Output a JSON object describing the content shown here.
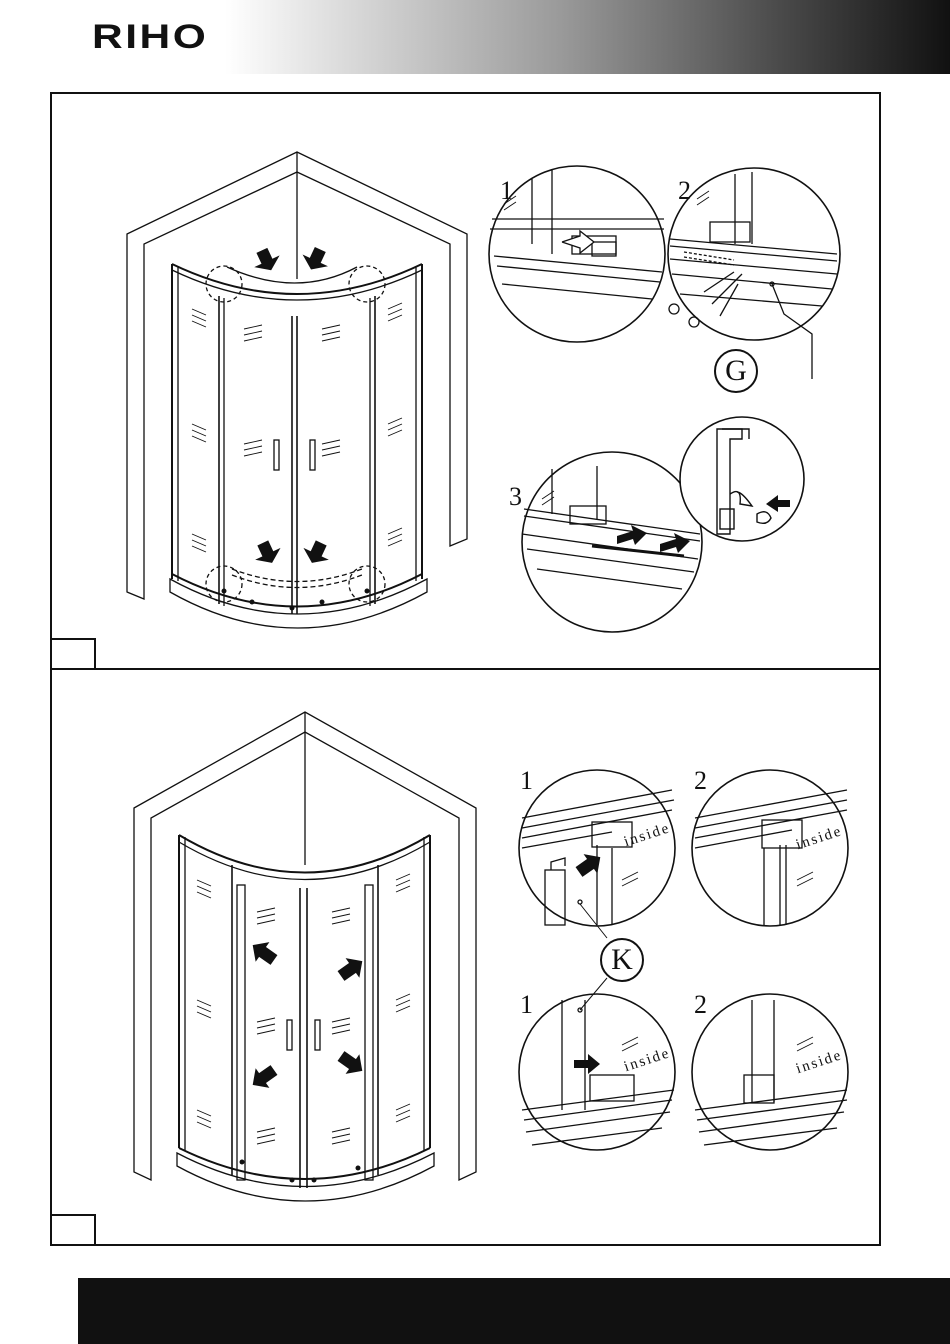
{
  "header": {
    "brand": "RIHO"
  },
  "panel1": {
    "steps": [
      "1",
      "2",
      "3"
    ],
    "part_label": "G"
  },
  "panel2": {
    "steps": [
      "1",
      "2",
      "1",
      "2"
    ],
    "part_label": "K",
    "inside_texts": [
      "inside",
      "inside",
      "inside",
      "inside"
    ]
  }
}
